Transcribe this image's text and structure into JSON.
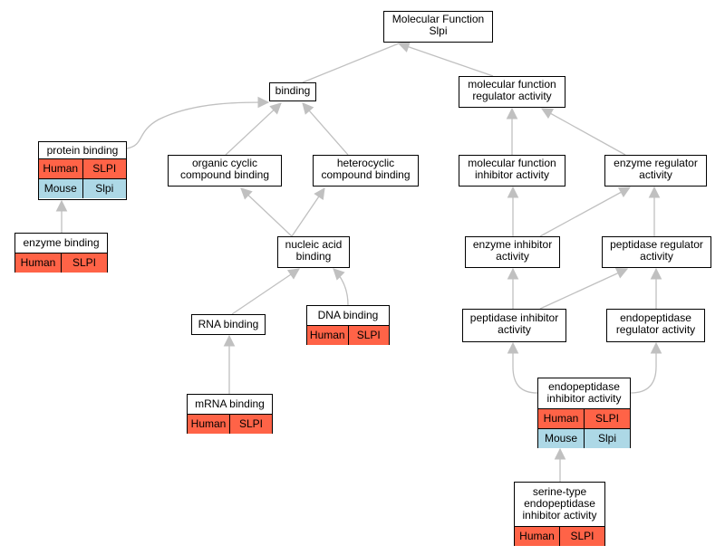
{
  "colors": {
    "human": "#ff6347",
    "mouse": "#add8e6",
    "edge": "#c0c0c0"
  },
  "nodes": {
    "root": [
      "Molecular Function",
      "Slpi"
    ],
    "binding": [
      "binding"
    ],
    "mfra": [
      "molecular function",
      "regulator activity"
    ],
    "protein": [
      "protein binding"
    ],
    "occb": [
      "organic cyclic",
      "compound binding"
    ],
    "hcb": [
      "heterocyclic",
      "compound binding"
    ],
    "mfia": [
      "molecular function",
      "inhibitor activity"
    ],
    "era": [
      "enzyme regulator",
      "activity"
    ],
    "enzyme": [
      "enzyme binding"
    ],
    "nab": [
      "nucleic acid",
      "binding"
    ],
    "eia": [
      "enzyme inhibitor",
      "activity"
    ],
    "pra": [
      "peptidase regulator",
      "activity"
    ],
    "rna": [
      "RNA binding"
    ],
    "dna": [
      "DNA binding"
    ],
    "pia": [
      "peptidase inhibitor",
      "activity"
    ],
    "epra": [
      "endopeptidase",
      "regulator activity"
    ],
    "mrna": [
      "mRNA binding"
    ],
    "epia": [
      "endopeptidase",
      "inhibitor activity"
    ],
    "stepia": [
      "serine-type",
      "endopeptidase",
      "inhibitor activity"
    ]
  },
  "annotations": {
    "human": {
      "species": "Human",
      "gene": "SLPI"
    },
    "mouse": {
      "species": "Mouse",
      "gene": "Slpi"
    }
  }
}
